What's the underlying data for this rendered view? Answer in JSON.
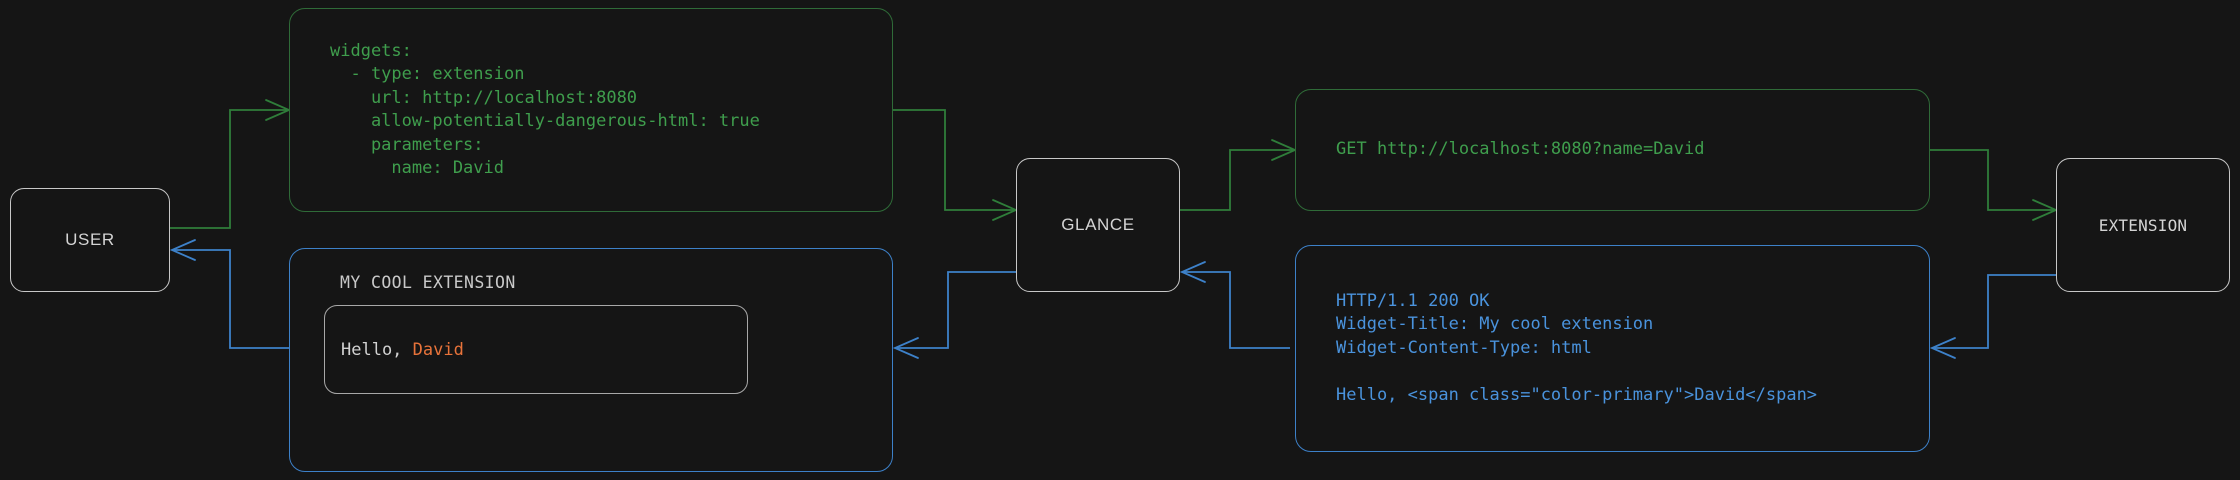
{
  "diagram": {
    "title": "Glance extension request/response flow",
    "background_color": "#151515",
    "colors": {
      "request_green": "#3f9e4d",
      "request_border_green": "#2f6b38",
      "response_blue": "#4a93dd",
      "response_border_blue": "#3d81c9",
      "node_border": "#c8c8c8",
      "node_text": "#d4d4d4",
      "accent_orange": "#e8733a"
    }
  },
  "nodes": [
    {
      "id": "user",
      "label": "USER"
    },
    {
      "id": "glance",
      "label": "GLANCE"
    },
    {
      "id": "extension",
      "label": "EXTENSION"
    }
  ],
  "boxes": {
    "config_yaml": {
      "kind": "request",
      "color": "#3f9e4d",
      "text": "widgets:\n  - type: extension\n    url: http://localhost:8080\n    allow-potentially-dangerous-html: true\n    parameters:\n      name: David"
    },
    "http_request": {
      "kind": "request",
      "color": "#3f9e4d",
      "text": "GET http://localhost:8080?name=David"
    },
    "http_response": {
      "kind": "response",
      "color": "#4a93dd",
      "text": "HTTP/1.1 200 OK\nWidget-Title: My cool extension\nWidget-Content-Type: html\n\nHello, <span class=\"color-primary\">David</span>"
    },
    "rendered_widget": {
      "kind": "response",
      "color": "#4a93dd",
      "title": "MY COOL EXTENSION",
      "body_prefix": "Hello, ",
      "body_accent": "David"
    }
  },
  "edges": [
    {
      "id": "user-to-config",
      "from": "user",
      "to": "config_yaml",
      "color": "#3f9e4d",
      "direction": "right"
    },
    {
      "id": "config-to-glance",
      "from": "config_yaml",
      "to": "glance",
      "color": "#3f9e4d",
      "direction": "right"
    },
    {
      "id": "glance-to-request",
      "from": "glance",
      "to": "http_request",
      "color": "#3f9e4d",
      "direction": "right"
    },
    {
      "id": "request-to-extension",
      "from": "http_request",
      "to": "extension",
      "color": "#3f9e4d",
      "direction": "right"
    },
    {
      "id": "extension-to-response",
      "from": "extension",
      "to": "http_response",
      "color": "#4a93dd",
      "direction": "left"
    },
    {
      "id": "response-to-glance",
      "from": "http_response",
      "to": "glance",
      "color": "#4a93dd",
      "direction": "left"
    },
    {
      "id": "glance-to-widget",
      "from": "glance",
      "to": "rendered_widget",
      "color": "#4a93dd",
      "direction": "left"
    },
    {
      "id": "widget-to-user",
      "from": "rendered_widget",
      "to": "user",
      "color": "#4a93dd",
      "direction": "left"
    }
  ]
}
